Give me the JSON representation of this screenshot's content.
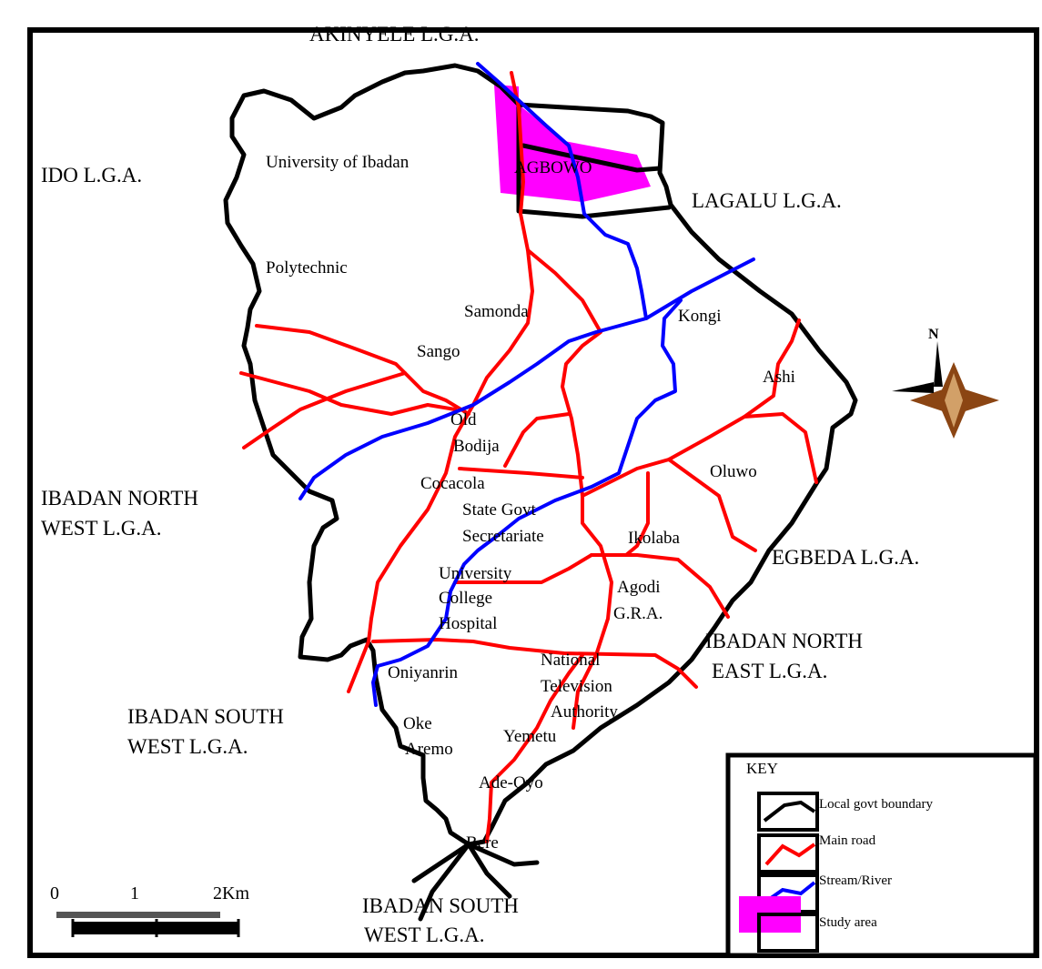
{
  "colors": {
    "boundary": "#000000",
    "road": "#ff0000",
    "river": "#0000ff",
    "study_area": "#ff00ff",
    "north_arrow": "#8b4513"
  },
  "lgas": {
    "akinyele": "AKINYELE L.G.A.",
    "ido": "IDO L.G.A.",
    "lagalu": "LAGALU L.G.A.",
    "ibadan_nw_1": "IBADAN NORTH",
    "ibadan_nw_2": "WEST L.G.A.",
    "egbeda": "EGBEDA L.G.A.",
    "ibadan_ne_1": "IBADAN NORTH",
    "ibadan_ne_2": "EAST L.G.A.",
    "ibadan_sw_1": "IBADAN SOUTH",
    "ibadan_sw_2": "WEST L.G.A.",
    "ibadan_sw_b1": "IBADAN SOUTH",
    "ibadan_sw_b2": "WEST L.G.A."
  },
  "places": {
    "ui": "University of Ibadan",
    "agbowo": "AGBOWO",
    "polytechnic": "Polytechnic",
    "samonda": "Samonda",
    "kongi": "Kongi",
    "sango": "Sango",
    "ashi": "Ashi",
    "old": "Old",
    "bodija": "Bodija",
    "oluwo": "Oluwo",
    "cocacola": "Cocacola",
    "state_govt": "State Govt",
    "secretariate": "Secretariate",
    "ikolaba": "Ikolaba",
    "university": "University",
    "college": "College",
    "hospital": "Hospital",
    "agodi": "Agodi",
    "gra": "G.R.A.",
    "national": "National",
    "television": "Television",
    "authority": "Authority",
    "oniyanrin": "Oniyanrin",
    "oke": "Oke",
    "aremo": "Aremo",
    "yemetu": "Yemetu",
    "ade_oyo": "Ade-Oyo",
    "bere": "Bere"
  },
  "north_arrow": {
    "label": "N"
  },
  "scale": {
    "labels": [
      "0",
      "1",
      "2Km"
    ]
  },
  "key": {
    "title": "KEY",
    "items": [
      {
        "label": "Local govt boundary",
        "symbol": "boundary"
      },
      {
        "label": "Main road",
        "symbol": "road"
      },
      {
        "label": "Stream/River",
        "symbol": "river"
      },
      {
        "label": "Study area",
        "symbol": "study_area"
      }
    ]
  }
}
